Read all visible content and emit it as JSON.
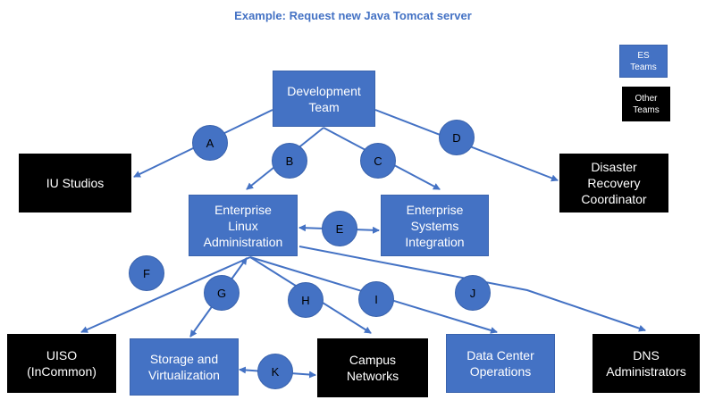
{
  "title": "Example: Request new Java Tomcat server",
  "legend": {
    "es": "ES\nTeams",
    "other": "Other\nTeams"
  },
  "nodes": {
    "dev_team": "Development\nTeam",
    "iu_studios": "IU Studios",
    "dr_coordinator": "Disaster\nRecovery\nCoordinator",
    "ela": "Enterprise\nLinux\nAdministration",
    "esi": "Enterprise\nSystems\nIntegration",
    "uiso": "UISO\n(InCommon)",
    "storage": "Storage and\nVirtualization",
    "campus_networks": "Campus\nNetworks",
    "data_center": "Data Center\nOperations",
    "dns": "DNS\nAdministrators"
  },
  "edges": {
    "A": "A",
    "B": "B",
    "C": "C",
    "D": "D",
    "E": "E",
    "F": "F",
    "G": "G",
    "H": "H",
    "I": "I",
    "J": "J",
    "K": "K"
  },
  "colors": {
    "es_team": "#4472c4",
    "other_team": "#000000",
    "line": "#4472c4"
  }
}
